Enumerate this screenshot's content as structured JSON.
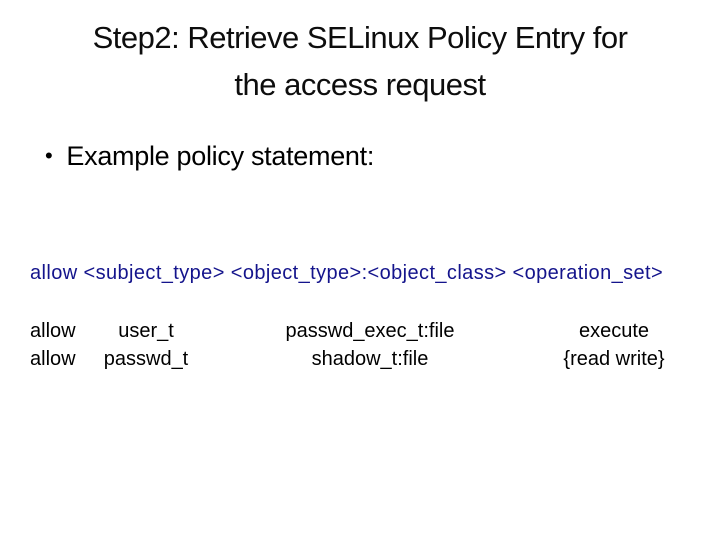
{
  "slide": {
    "title_line1": "Step2: Retrieve SELinux Policy Entry for",
    "title_line2": "the access request",
    "bullet": {
      "marker": "•",
      "text": "Example policy statement:"
    },
    "policy_template": "allow <subject_type> <object_type>:<object_class> <operation_set>",
    "policy_rows": [
      {
        "keyword": "allow",
        "subject_type": "user_t",
        "object": "passwd_exec_t:file",
        "operation_set": "execute"
      },
      {
        "keyword": "allow",
        "subject_type": "passwd_t",
        "object": "shadow_t:file",
        "operation_set": "{read write}"
      }
    ],
    "colors": {
      "background": "#ffffff",
      "title_text": "#0d0d0d",
      "body_text": "#000000",
      "policy_template_text": "#14148c"
    }
  }
}
